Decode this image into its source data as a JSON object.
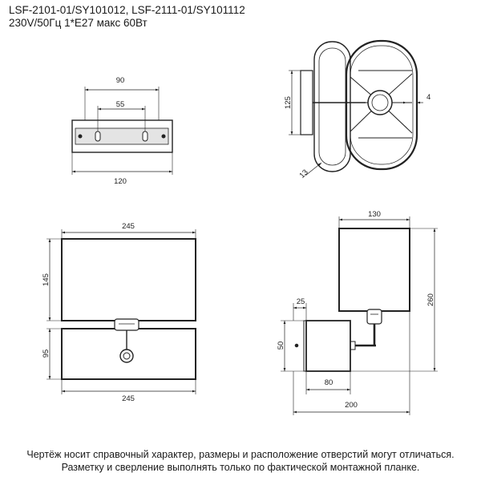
{
  "header": {
    "models": "LSF-2101-01/SY101012, LSF-2111-01/SY101112",
    "specs": "230V/50Гц  1*E27 макс 60Вт"
  },
  "dimensions": {
    "mount_width": "90",
    "mount_hole_spacing": "55",
    "mount_base_width": "120",
    "side_height": "125",
    "side_offset": "4",
    "side_radius": "13",
    "front_width_top": "245",
    "front_height_top": "145",
    "front_height_bottom": "95",
    "front_width_bottom": "245",
    "profile_shade_width": "130",
    "profile_offset": "25",
    "profile_total_height": "260",
    "profile_base_height": "50",
    "profile_base_depth": "80",
    "profile_total_depth": "200"
  },
  "footer": {
    "line1": "Чертёж носит справочный характер, размеры и расположение отверстий могут отличаться.",
    "line2": "Разметку и сверление выполнять только по фактической монтажной планке."
  }
}
